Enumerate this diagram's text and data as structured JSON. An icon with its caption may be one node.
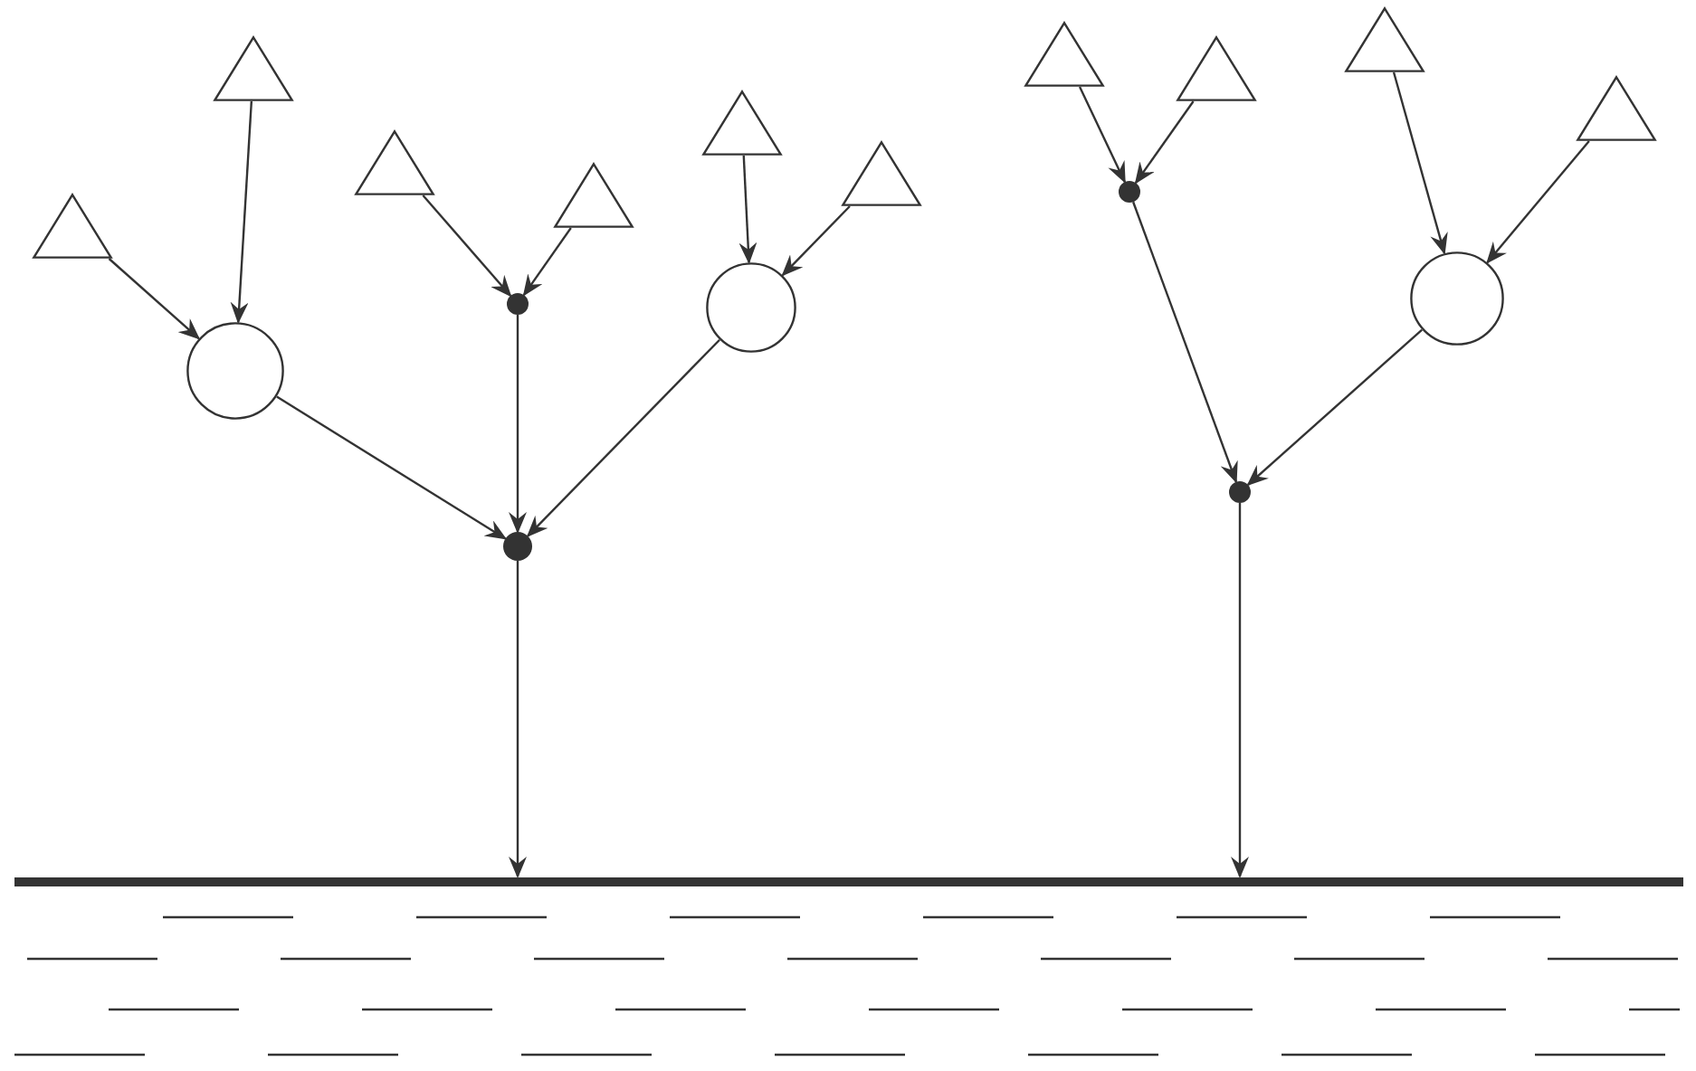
{
  "diagram": {
    "nodes": [
      {
        "text": [],
        "shape": "triangle"
      },
      {
        "text": [],
        "shape": "triangle"
      },
      {
        "text": [],
        "shape": "triangle"
      },
      {
        "text": [],
        "shape": "triangle"
      },
      {
        "text": [],
        "shape": "triangle"
      },
      {
        "text": [],
        "shape": "triangle"
      },
      {
        "text": [],
        "shape": "circle"
      },
      {
        "text": [],
        "shape": "dot"
      },
      {
        "text": [],
        "shape": "circle"
      },
      {
        "text": [],
        "shape": "dot"
      },
      {
        "text": [],
        "shape": "triangle"
      },
      {
        "text": [],
        "shape": "triangle"
      },
      {
        "text": [],
        "shape": "triangle"
      },
      {
        "text": [],
        "shape": "triangle"
      },
      {
        "text": [],
        "shape": "dot"
      },
      {
        "text": [],
        "shape": "circle"
      },
      {
        "text": [],
        "shape": "dot"
      },
      {
        "text": [],
        "shape": "bar"
      }
    ],
    "edges": [
      {
        "from": 0,
        "to": 6,
        "arrow": "to"
      },
      {
        "from": 1,
        "to": 6,
        "arrow": "to"
      },
      {
        "from": 2,
        "to": 7,
        "arrow": "to"
      },
      {
        "from": 3,
        "to": 7,
        "arrow": "to"
      },
      {
        "from": 4,
        "to": 8,
        "arrow": "to"
      },
      {
        "from": 5,
        "to": 8,
        "arrow": "to"
      },
      {
        "from": 6,
        "to": 9,
        "arrow": "to"
      },
      {
        "from": 7,
        "to": 9,
        "arrow": "to"
      },
      {
        "from": 8,
        "to": 9,
        "arrow": "to"
      },
      {
        "from": 9,
        "to": 17,
        "arrow": "to"
      },
      {
        "from": 10,
        "to": 14,
        "arrow": "to"
      },
      {
        "from": 11,
        "to": 14,
        "arrow": "to"
      },
      {
        "from": 12,
        "to": 15,
        "arrow": "to"
      },
      {
        "from": 13,
        "to": 15,
        "arrow": "to"
      },
      {
        "from": 14,
        "to": 16,
        "arrow": "to"
      },
      {
        "from": 15,
        "to": 16,
        "arrow": "to"
      },
      {
        "from": 16,
        "to": 17,
        "arrow": "to"
      }
    ]
  }
}
